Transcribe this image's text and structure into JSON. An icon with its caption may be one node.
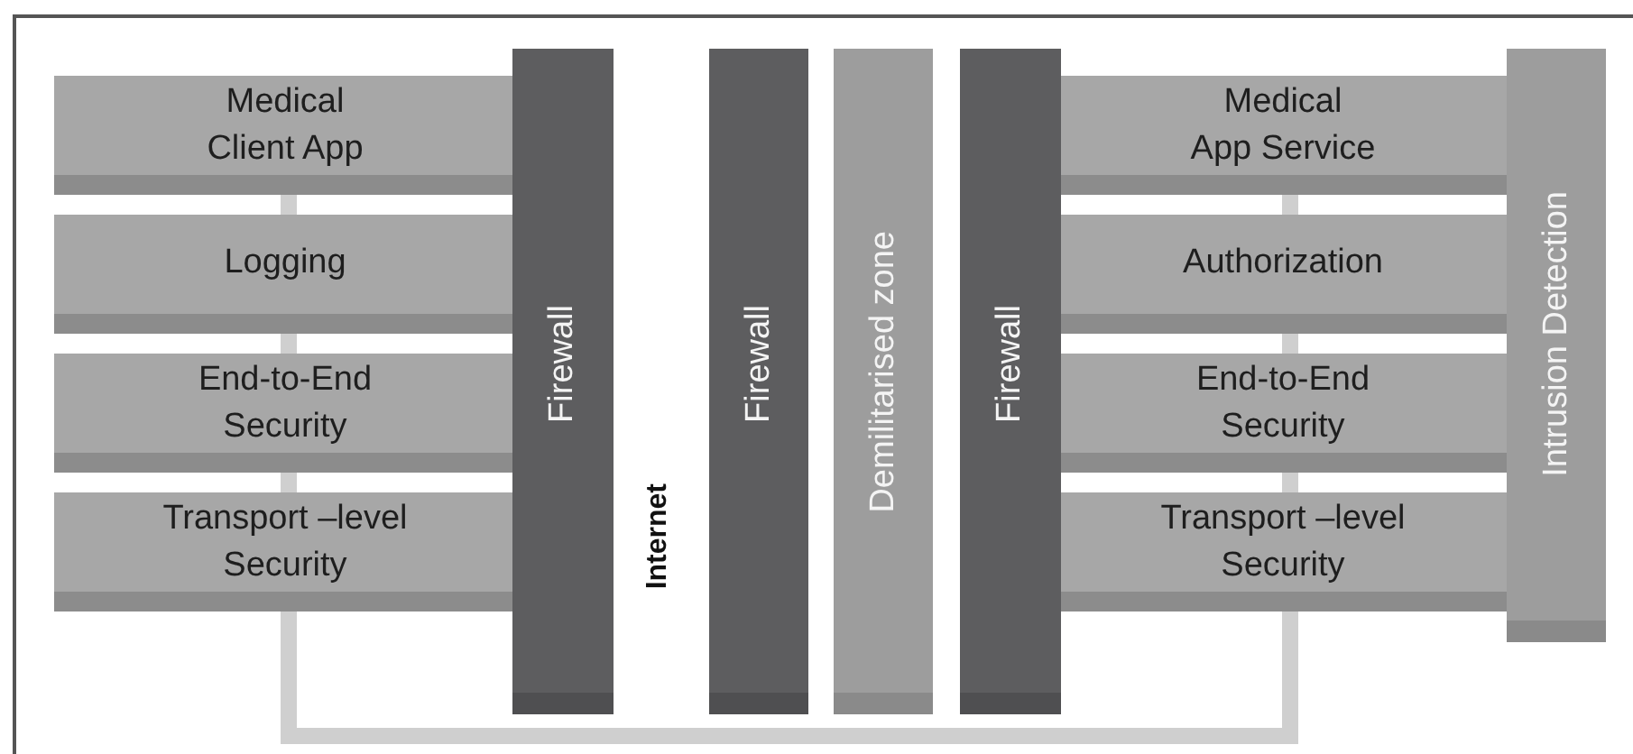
{
  "diagram": {
    "nodes": [
      {
        "text": [
          "Medical Client App"
        ]
      },
      {
        "text": [
          "Logging"
        ]
      },
      {
        "text": [
          "End-to-End Security"
        ]
      },
      {
        "text": [
          "Transport –level Security"
        ]
      },
      {
        "text": [
          "Firewall"
        ]
      },
      {
        "text": [
          "Firewall"
        ]
      },
      {
        "text": [
          "Demilitarised zone"
        ]
      },
      {
        "text": [
          "Firewall"
        ]
      },
      {
        "text": [
          "Medical App Service"
        ]
      },
      {
        "text": [
          "Authorization"
        ]
      },
      {
        "text": [
          "End-to-End Security"
        ]
      },
      {
        "text": [
          "Transport –level Security"
        ]
      },
      {
        "text": [
          "Intrusion Detection"
        ]
      }
    ],
    "edges": [
      {
        "from": 0,
        "to": 1,
        "arrow": "none"
      },
      {
        "from": 1,
        "to": 2,
        "arrow": "none"
      },
      {
        "from": 2,
        "to": 3,
        "arrow": "none"
      },
      {
        "from": 3,
        "to": 11,
        "arrow": "none"
      },
      {
        "from": 8,
        "to": 9,
        "arrow": "none"
      },
      {
        "from": 9,
        "to": 10,
        "arrow": "none"
      },
      {
        "from": 10,
        "to": 11,
        "arrow": "none"
      }
    ],
    "labels": [
      "Internet"
    ]
  }
}
